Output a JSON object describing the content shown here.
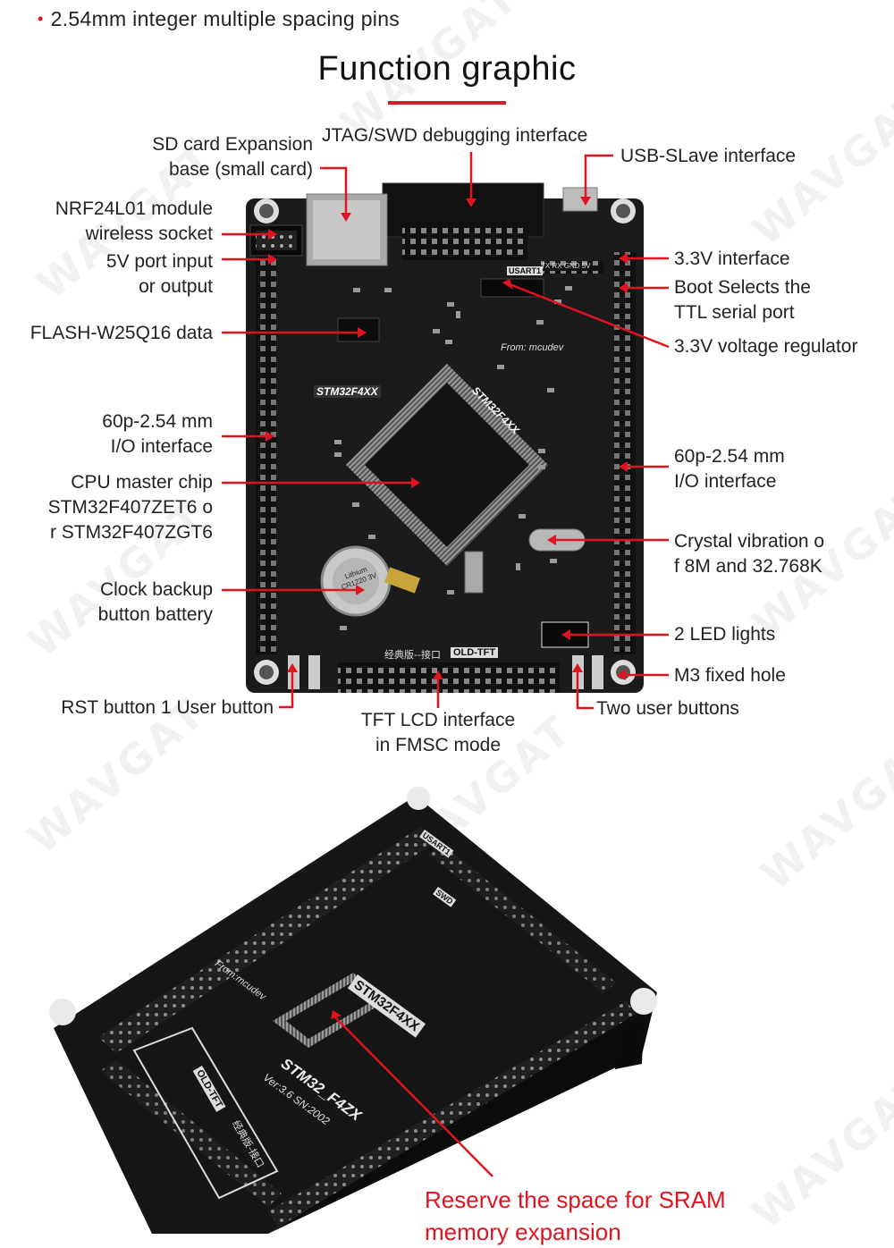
{
  "header": {
    "bullet": "2.54mm integer multiple spacing pins",
    "title": "Function graphic"
  },
  "watermark": "WAVGAT",
  "labels": {
    "sd_card": [
      "SD card Expansion",
      "base (small card)"
    ],
    "jtag": "JTAG/SWD debugging interface",
    "usb": "USB-SLave interface",
    "nrf": [
      "NRF24L01 module",
      "wireless socket"
    ],
    "v5": [
      "5V port input",
      "or output"
    ],
    "flash": "FLASH-W25Q16 data",
    "io_left": [
      "60p-2.54 mm",
      "I/O interface"
    ],
    "cpu": [
      "CPU master chip",
      "STM32F407ZET6 o",
      "r STM32F407ZGT6"
    ],
    "clock": [
      "Clock backup",
      "button battery"
    ],
    "rst": "RST button 1 User button",
    "tft": [
      "TFT LCD interface",
      "in FMSC mode"
    ],
    "two_buttons": "Two user buttons",
    "v33": "3.3V interface",
    "boot": [
      "Boot Selects the",
      "TTL serial port"
    ],
    "reg": "3.3V voltage regulator",
    "io_right": [
      "60p-2.54 mm",
      "I/O interface"
    ],
    "crystal": [
      "Crystal vibration o",
      "f 8M and 32.768K"
    ],
    "leds": "2 LED lights",
    "m3": "M3 fixed hole",
    "sram": [
      "Reserve the space for SRAM",
      "memory expansion"
    ]
  },
  "board_top": {
    "chip_left": "STM32F4XX",
    "chip_right": "STM32F4XX",
    "from": "From: mcudev",
    "tft_tag": "OLD-TFT",
    "tft_cn": "经典版--接口",
    "usart": "USART1",
    "serial": "TX RX GND 5V",
    "battery": "Lithium CR1220 3V"
  },
  "board_bottom": {
    "chip": "STM32F4XX",
    "model": "STM32_F4ZX",
    "version": "Ver:3.6   SN:2002",
    "from": "From:mcudev",
    "tft_tag": "OLD-TFT",
    "tft_cn": "经典版-接口",
    "usart": "USART1",
    "swd": "SWD"
  },
  "colors": {
    "accent": "#e0141e",
    "board": "#1c1c1c"
  }
}
